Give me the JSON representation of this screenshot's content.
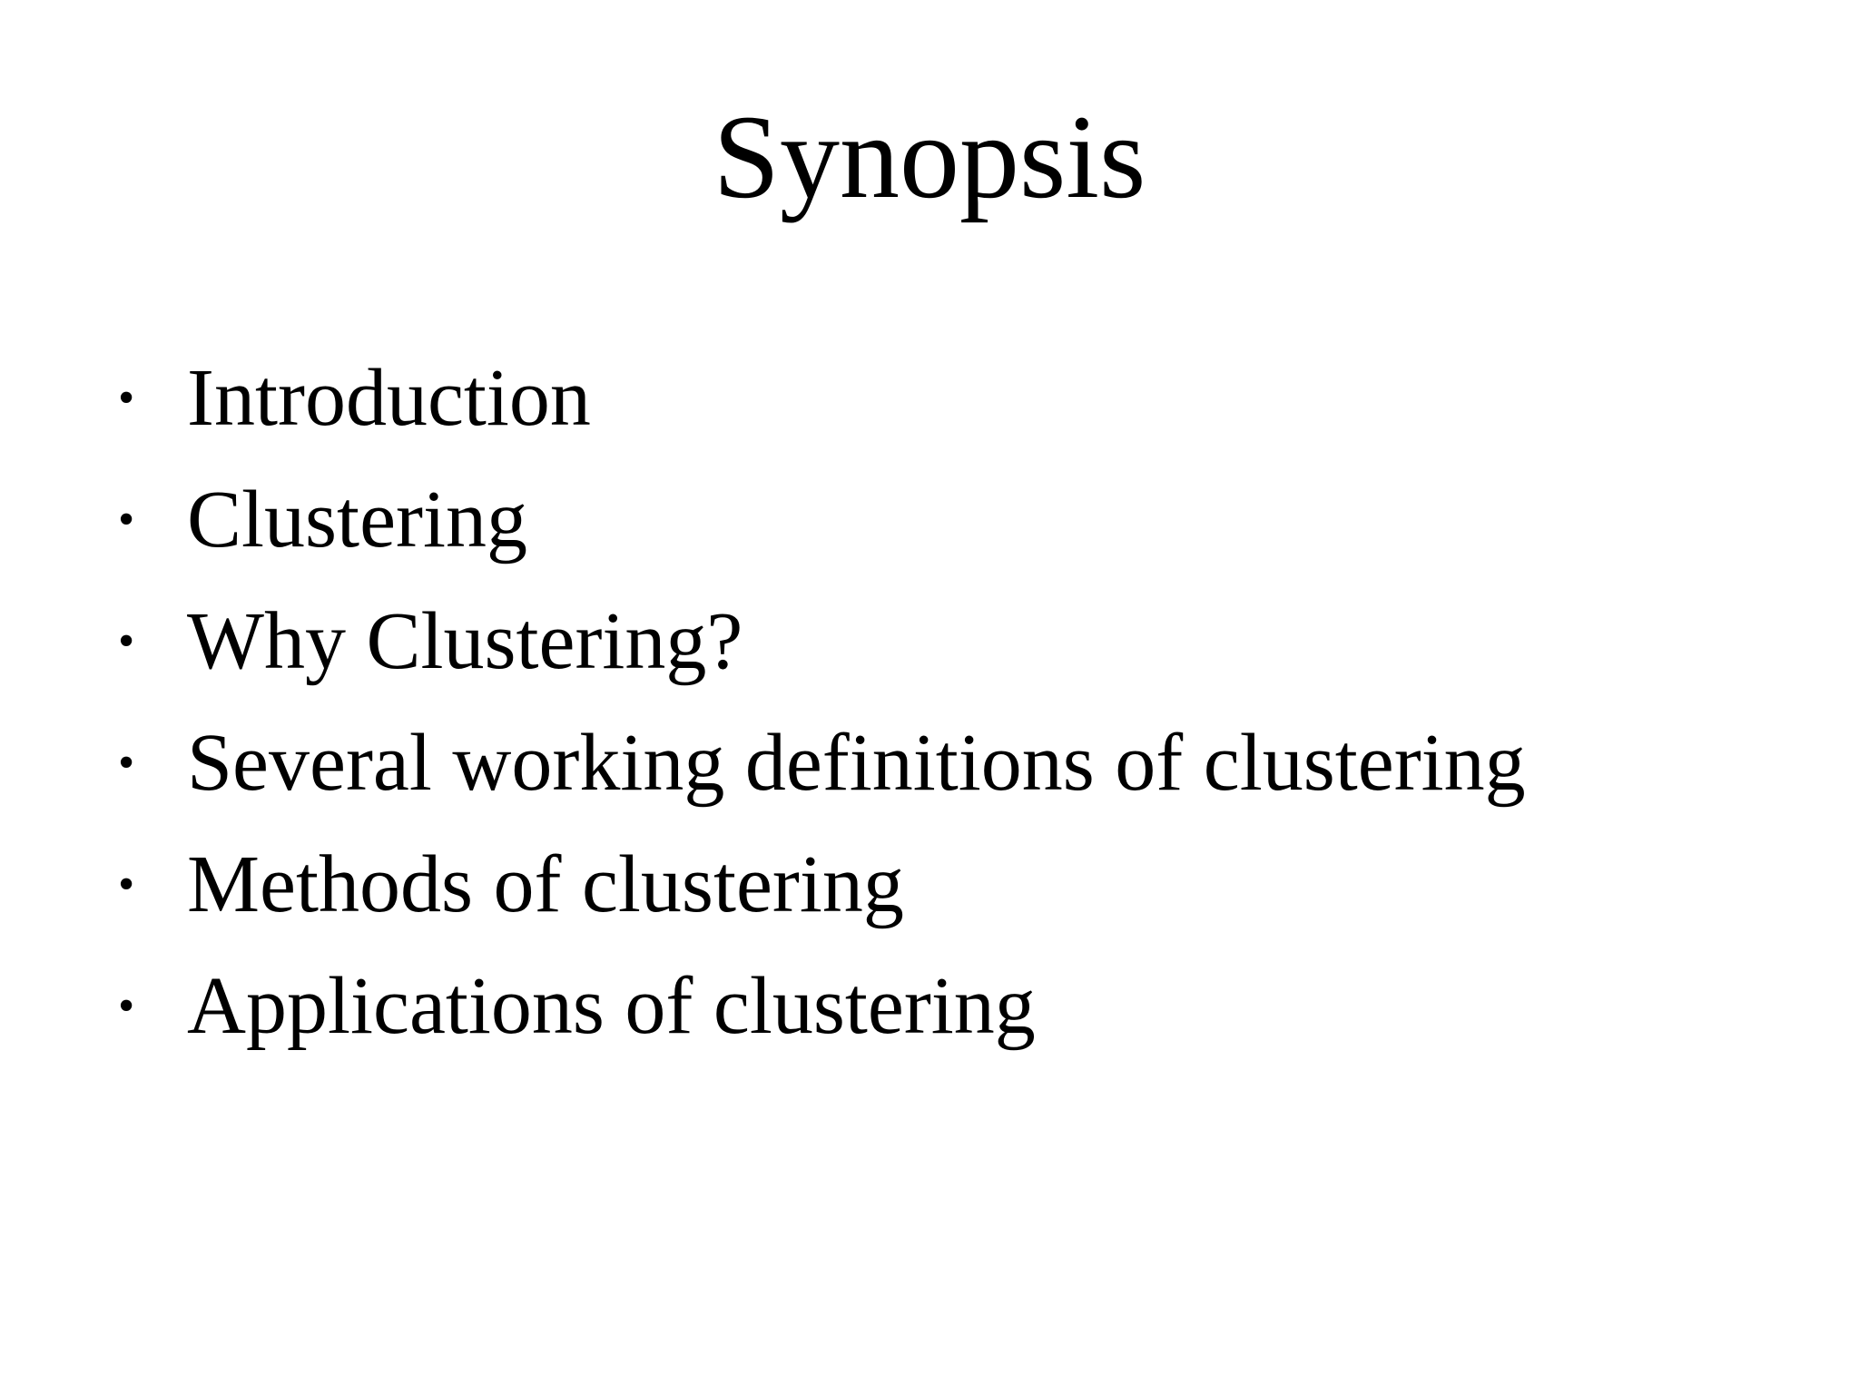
{
  "slide": {
    "title": "Synopsis",
    "bullets": [
      "Introduction",
      "Clustering",
      "Why Clustering?",
      "Several working definitions of clustering",
      "Methods of clustering",
      "Applications of clustering"
    ]
  },
  "icons": {
    "bullet": "•"
  },
  "colors": {
    "background": "#ffffff",
    "text": "#000000"
  }
}
